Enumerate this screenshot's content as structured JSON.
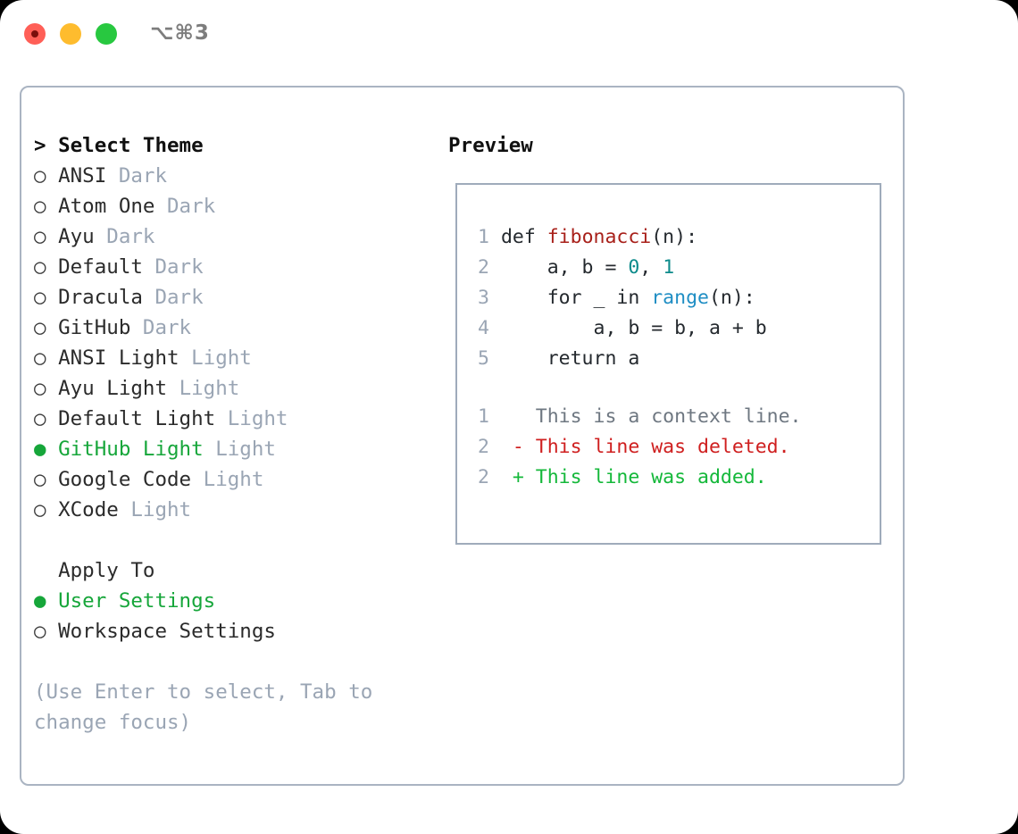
{
  "window": {
    "title": "⌥⌘3",
    "traffic_lights": [
      {
        "name": "close",
        "color": "#ff5f57"
      },
      {
        "name": "minimize",
        "color": "#febc2e"
      },
      {
        "name": "maximize",
        "color": "#28c840"
      }
    ]
  },
  "left": {
    "heading_prefix": "> ",
    "heading": "Select Theme",
    "bullet_off": "○",
    "bullet_on": "●",
    "themes": [
      {
        "name": "ANSI",
        "kind": "Dark",
        "selected": false
      },
      {
        "name": "Atom One",
        "kind": "Dark",
        "selected": false
      },
      {
        "name": "Ayu",
        "kind": "Dark",
        "selected": false
      },
      {
        "name": "Default",
        "kind": "Dark",
        "selected": false
      },
      {
        "name": "Dracula",
        "kind": "Dark",
        "selected": false
      },
      {
        "name": "GitHub",
        "kind": "Dark",
        "selected": false
      },
      {
        "name": "ANSI Light",
        "kind": "Light",
        "selected": false
      },
      {
        "name": "Ayu Light",
        "kind": "Light",
        "selected": false
      },
      {
        "name": "Default Light",
        "kind": "Light",
        "selected": false
      },
      {
        "name": "GitHub Light",
        "kind": "Light",
        "selected": true
      },
      {
        "name": "Google Code",
        "kind": "Light",
        "selected": false
      },
      {
        "name": "XCode",
        "kind": "Light",
        "selected": false
      }
    ],
    "apply_to_label": "Apply To",
    "apply_to_options": [
      {
        "name": "User Settings",
        "selected": true
      },
      {
        "name": "Workspace Settings",
        "selected": false
      }
    ],
    "hint": "(Use Enter to select, Tab to change focus)"
  },
  "right": {
    "heading": "Preview",
    "code_lines": [
      {
        "no": "1",
        "tokens": [
          {
            "t": "def ",
            "c": "plain"
          },
          {
            "t": "fibonacci",
            "c": "fn"
          },
          {
            "t": "(n):",
            "c": "plain"
          }
        ]
      },
      {
        "no": "2",
        "tokens": [
          {
            "t": "    a, b = ",
            "c": "plain"
          },
          {
            "t": "0",
            "c": "num"
          },
          {
            "t": ", ",
            "c": "plain"
          },
          {
            "t": "1",
            "c": "num"
          }
        ]
      },
      {
        "no": "3",
        "tokens": [
          {
            "t": "    for _ in ",
            "c": "plain"
          },
          {
            "t": "range",
            "c": "call"
          },
          {
            "t": "(n):",
            "c": "plain"
          }
        ]
      },
      {
        "no": "4",
        "tokens": [
          {
            "t": "        a, b = b, a + b",
            "c": "plain"
          }
        ]
      },
      {
        "no": "5",
        "tokens": [
          {
            "t": "    return a",
            "c": "plain"
          }
        ]
      }
    ],
    "diff_lines": [
      {
        "no": "1",
        "marker": "  ",
        "text": "This is a context line.",
        "kind": "ctx"
      },
      {
        "no": "2",
        "marker": "- ",
        "text": "This line was deleted.",
        "kind": "del"
      },
      {
        "no": "2",
        "marker": "+ ",
        "text": "This line was added.",
        "kind": "add"
      }
    ]
  },
  "colors": {
    "accent_green": "#16a63a",
    "muted_gray": "#9aa5b4",
    "border": "#aab4c2",
    "preview_border": "#9fabbb",
    "keyword_red": "#a8201a",
    "number_teal": "#0d8b8b",
    "call_blue": "#1f8ec4",
    "diff_delete": "#cf1f1f",
    "diff_add": "#14b83a",
    "diff_context": "#6e7781"
  }
}
